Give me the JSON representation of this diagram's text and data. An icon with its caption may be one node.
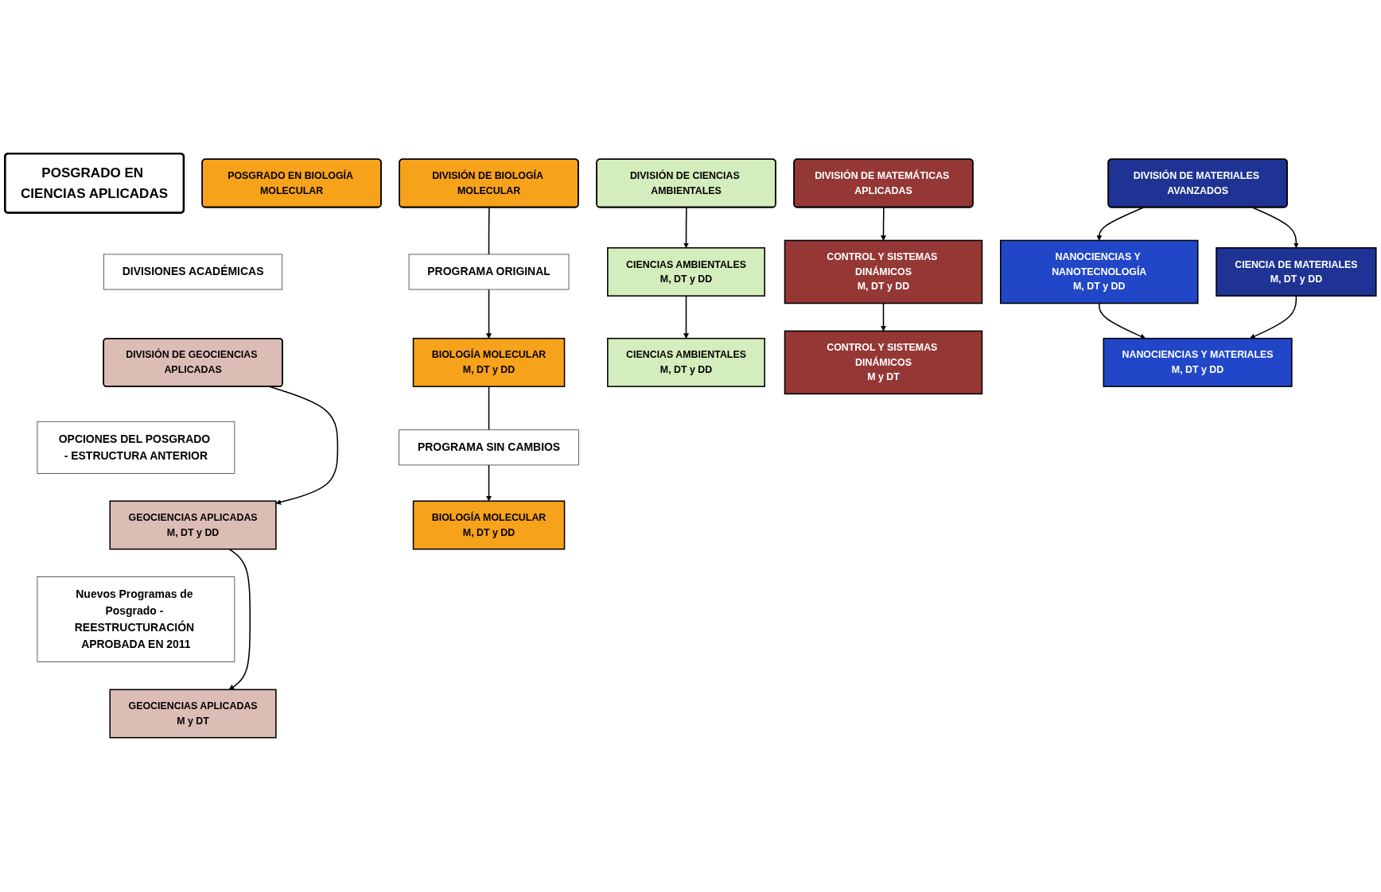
{
  "diagram": {
    "nodes": [
      {
        "text": [
          "POSGRADO EN CIENCIAS APLICADAS"
        ]
      },
      {
        "text": [
          "POSGRADO EN BIOLOGÍA MOLECULAR"
        ]
      },
      {
        "text": [
          "DIVISIONES ACADÉMICAS"
        ]
      },
      {
        "text": [
          "DIVISIÓN DE CIENCIAS AMBIENTALES"
        ]
      },
      {
        "text": [
          "DIVISIÓN DE GEOCIENCIAS APLICADAS"
        ]
      },
      {
        "text": [
          "DIVISIÓN DE MATEMÁTICAS APLICADAS"
        ]
      },
      {
        "text": [
          "DIVISIÓN DE MATERIALES AVANZADOS"
        ]
      },
      {
        "text": [
          "DIVISIÓN DE BIOLOGÍA MOLECULAR"
        ]
      },
      {
        "text": [
          "OPCIONES DEL POSGRADO - ESTRUCTURA ANTERIOR"
        ]
      },
      {
        "text": [
          "PROGRAMA ORIGINAL"
        ]
      },
      {
        "text": [
          "CIENCIAS AMBIENTALES",
          "M, DT y DD"
        ]
      },
      {
        "text": [
          "GEOCIENCIAS APLICADAS",
          "M, DT y DD"
        ]
      },
      {
        "text": [
          "CONTROL Y SISTEMAS DINÁMICOS",
          "M, DT y DD"
        ]
      },
      {
        "text": [
          "NANOCIENCIAS Y NANOTECNOLOGÍA",
          "M, DT y DD"
        ]
      },
      {
        "text": [
          "CIENCIA DE MATERIALES",
          "M, DT y DD"
        ]
      },
      {
        "text": [
          "BIOLOGÍA MOLECULAR",
          "M, DT y DD"
        ]
      },
      {
        "text": [
          "Nuevos Programas de Posgrado - REESTRUCTURACIÓN APROBADA EN 2011"
        ]
      },
      {
        "text": [
          "PROGRAMA SIN CAMBIOS"
        ]
      },
      {
        "text": [
          "CIENCIAS AMBIENTALES",
          "M, DT y DD"
        ]
      },
      {
        "text": [
          "GEOCIENCIAS APLICADAS",
          "M y DT"
        ]
      },
      {
        "text": [
          "CONTROL Y SISTEMAS DINÁMICOS",
          "M y DT"
        ]
      },
      {
        "text": [
          "NANOCIENCIAS Y MATERIALES",
          "M, DT y DD"
        ]
      },
      {
        "text": [
          "BIOLOGÍA MOLECULAR",
          "M, DT y DD"
        ]
      }
    ],
    "edges": [
      {
        "from": 3,
        "to": 10,
        "arrow": "to"
      },
      {
        "from": 4,
        "to": 11,
        "arrow": "to"
      },
      {
        "from": 5,
        "to": 12,
        "arrow": "to"
      },
      {
        "from": 6,
        "to": 13,
        "arrow": "to"
      },
      {
        "from": 6,
        "to": 14,
        "arrow": "to"
      },
      {
        "from": 7,
        "to": 9,
        "arrow": "none"
      },
      {
        "from": 9,
        "to": 15,
        "arrow": "to"
      },
      {
        "from": 10,
        "to": 18,
        "arrow": "to"
      },
      {
        "from": 11,
        "to": 19,
        "arrow": "to"
      },
      {
        "from": 12,
        "to": 20,
        "arrow": "to"
      },
      {
        "from": 13,
        "to": 21,
        "arrow": "to"
      },
      {
        "from": 14,
        "to": 21,
        "arrow": "to"
      },
      {
        "from": 15,
        "to": 17,
        "arrow": "none"
      },
      {
        "from": 17,
        "to": 22,
        "arrow": "to"
      }
    ]
  }
}
